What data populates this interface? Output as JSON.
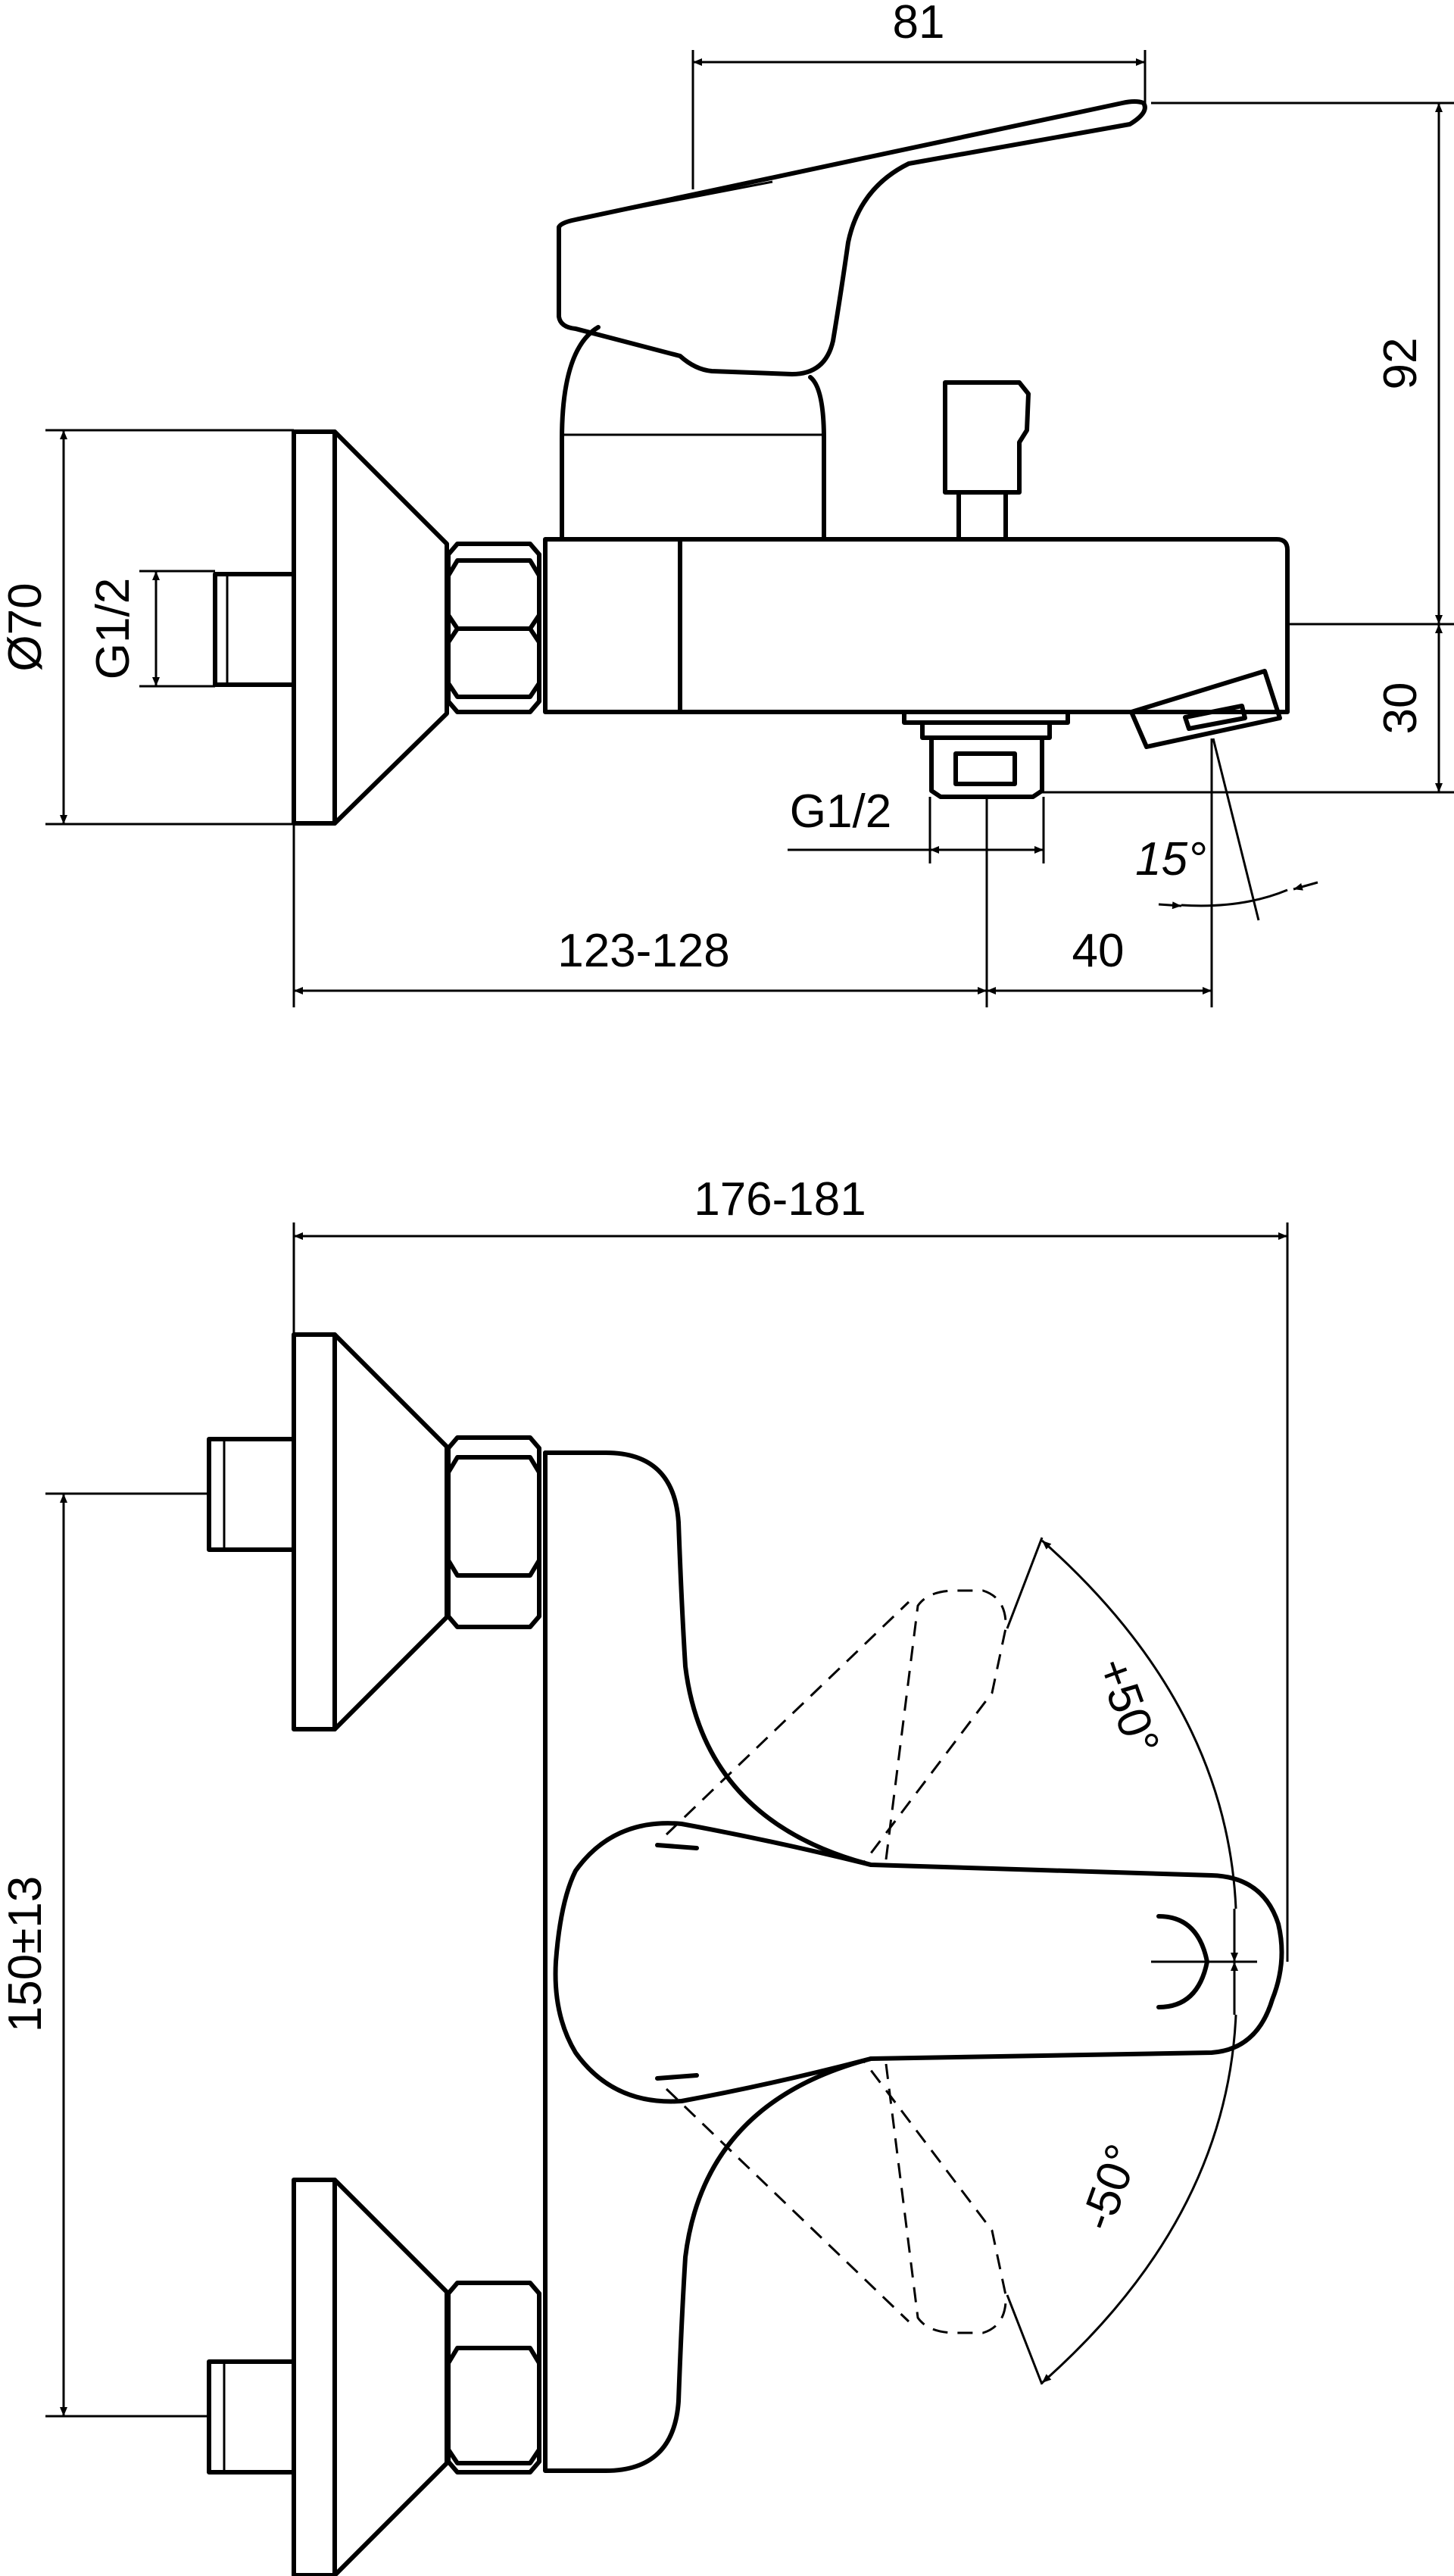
{
  "side_view": {
    "dim_lever_reach": "81",
    "dim_height_top": "92",
    "dim_spout_height": "30",
    "dim_flange_diameter": "Ø70",
    "dim_inlet_thread": "G1/2",
    "dim_outlet_thread": "G1/2",
    "dim_spout_angle": "15°",
    "dim_wall_to_outlet": "123-128",
    "dim_outlet_offset": "40"
  },
  "front_view": {
    "dim_overall_width": "176-181",
    "dim_inlet_spacing": "150±13",
    "dim_lever_rotation_up": "+50°",
    "dim_lever_rotation_down": "-50°"
  }
}
